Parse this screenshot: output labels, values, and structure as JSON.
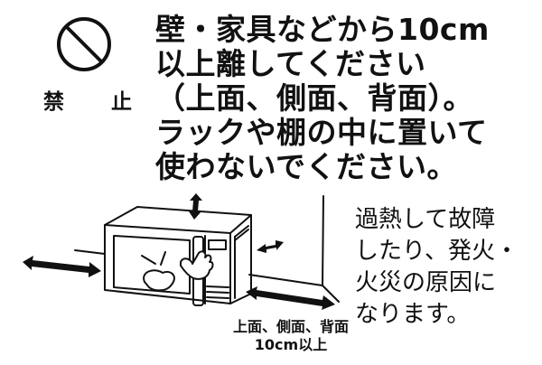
{
  "prohibition_symbol": {
    "icon": "prohibition-circle-icon",
    "label": "禁 止"
  },
  "main_warning": {
    "lines": [
      "壁・家具などから10cm",
      "以上離してください",
      "（上面、側面、背面）。",
      "ラックや棚の中に置いて",
      "使わないでください。"
    ]
  },
  "consequence_note": {
    "lines": [
      "過熱して故障",
      "したり、発火・",
      "火災の原因に",
      "なります。"
    ]
  },
  "illustration": {
    "subject": "microwave-oven",
    "clearance_label": {
      "line1": "上面、側面、背面",
      "line2": "10cm以上"
    }
  }
}
